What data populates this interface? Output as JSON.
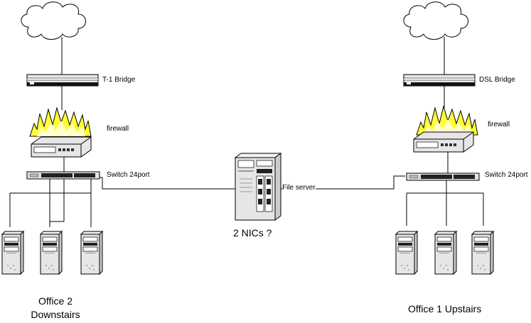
{
  "left_site": {
    "bridge_label": "T-1 Bridge",
    "firewall_label": "firewall",
    "switch_label": "Switch 24port",
    "office_label_line1": "Office 2",
    "office_label_line2": "Downstairs"
  },
  "right_site": {
    "bridge_label": "DSL Bridge",
    "firewall_label": "firewall",
    "switch_label": "Switch 24port",
    "office_label": "Office 1 Upstairs"
  },
  "server": {
    "label": "File server",
    "question": "2 NICs ?"
  },
  "colors": {
    "line": "#000000",
    "flame_outer": "#ffff33",
    "device_fill": "#e6e6e6",
    "cloud_fill": "#ffffff"
  },
  "icons": [
    "cloud-icon",
    "bridge-icon",
    "firewall-icon",
    "switch-icon",
    "server-tower-icon",
    "workstation-icon"
  ]
}
